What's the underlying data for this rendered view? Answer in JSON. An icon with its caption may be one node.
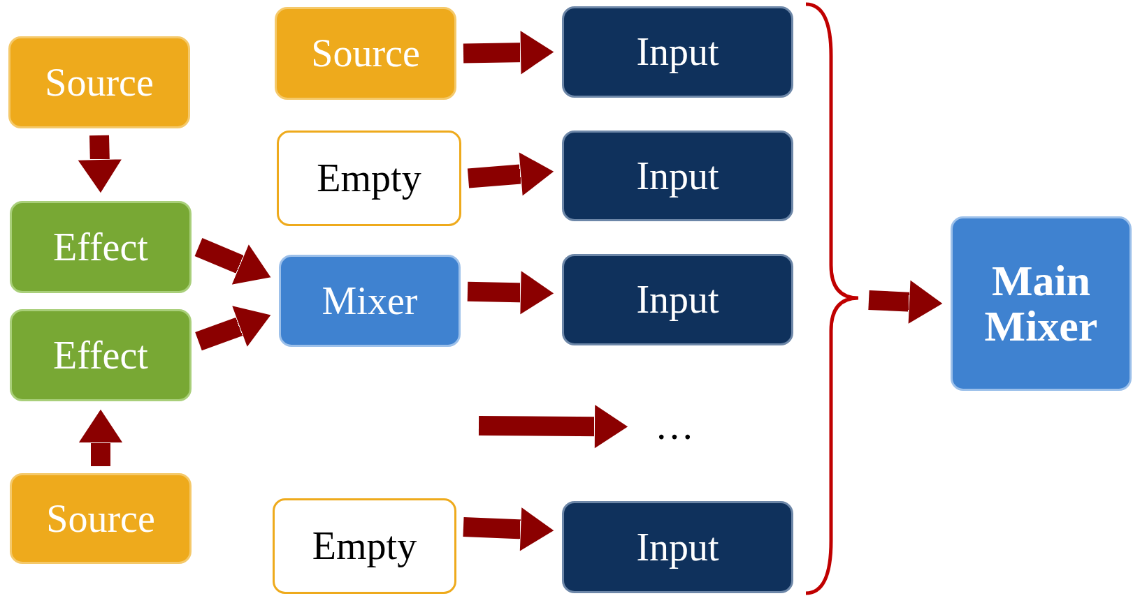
{
  "diagram": {
    "nodes": [
      {
        "text": [
          "Source"
        ]
      },
      {
        "text": [
          "Effect"
        ]
      },
      {
        "text": [
          "Effect"
        ]
      },
      {
        "text": [
          "Source"
        ]
      },
      {
        "text": [
          "Source"
        ]
      },
      {
        "text": [
          "Empty"
        ]
      },
      {
        "text": [
          "Mixer"
        ]
      },
      {
        "text": [
          "Empty"
        ]
      },
      {
        "text": [
          "Input"
        ]
      },
      {
        "text": [
          "Input"
        ]
      },
      {
        "text": [
          "Input"
        ]
      },
      {
        "text": [
          "…"
        ]
      },
      {
        "text": [
          "Input"
        ]
      },
      {
        "text": [
          "Main Mixer"
        ]
      }
    ],
    "edges": [
      {
        "from": 0,
        "to": 1,
        "arrow": "to"
      },
      {
        "from": 3,
        "to": 2,
        "arrow": "to"
      },
      {
        "from": 1,
        "to": 6,
        "arrow": "to"
      },
      {
        "from": 2,
        "to": 6,
        "arrow": "to"
      },
      {
        "from": 4,
        "to": 8,
        "arrow": "to"
      },
      {
        "from": 5,
        "to": 9,
        "arrow": "to"
      },
      {
        "from": 6,
        "to": 10,
        "arrow": "to"
      },
      {
        "from": null,
        "to": 11,
        "arrow": "to"
      },
      {
        "from": 7,
        "to": 12,
        "arrow": "to"
      },
      {
        "from": null,
        "to": 13,
        "arrow": "to"
      }
    ]
  }
}
